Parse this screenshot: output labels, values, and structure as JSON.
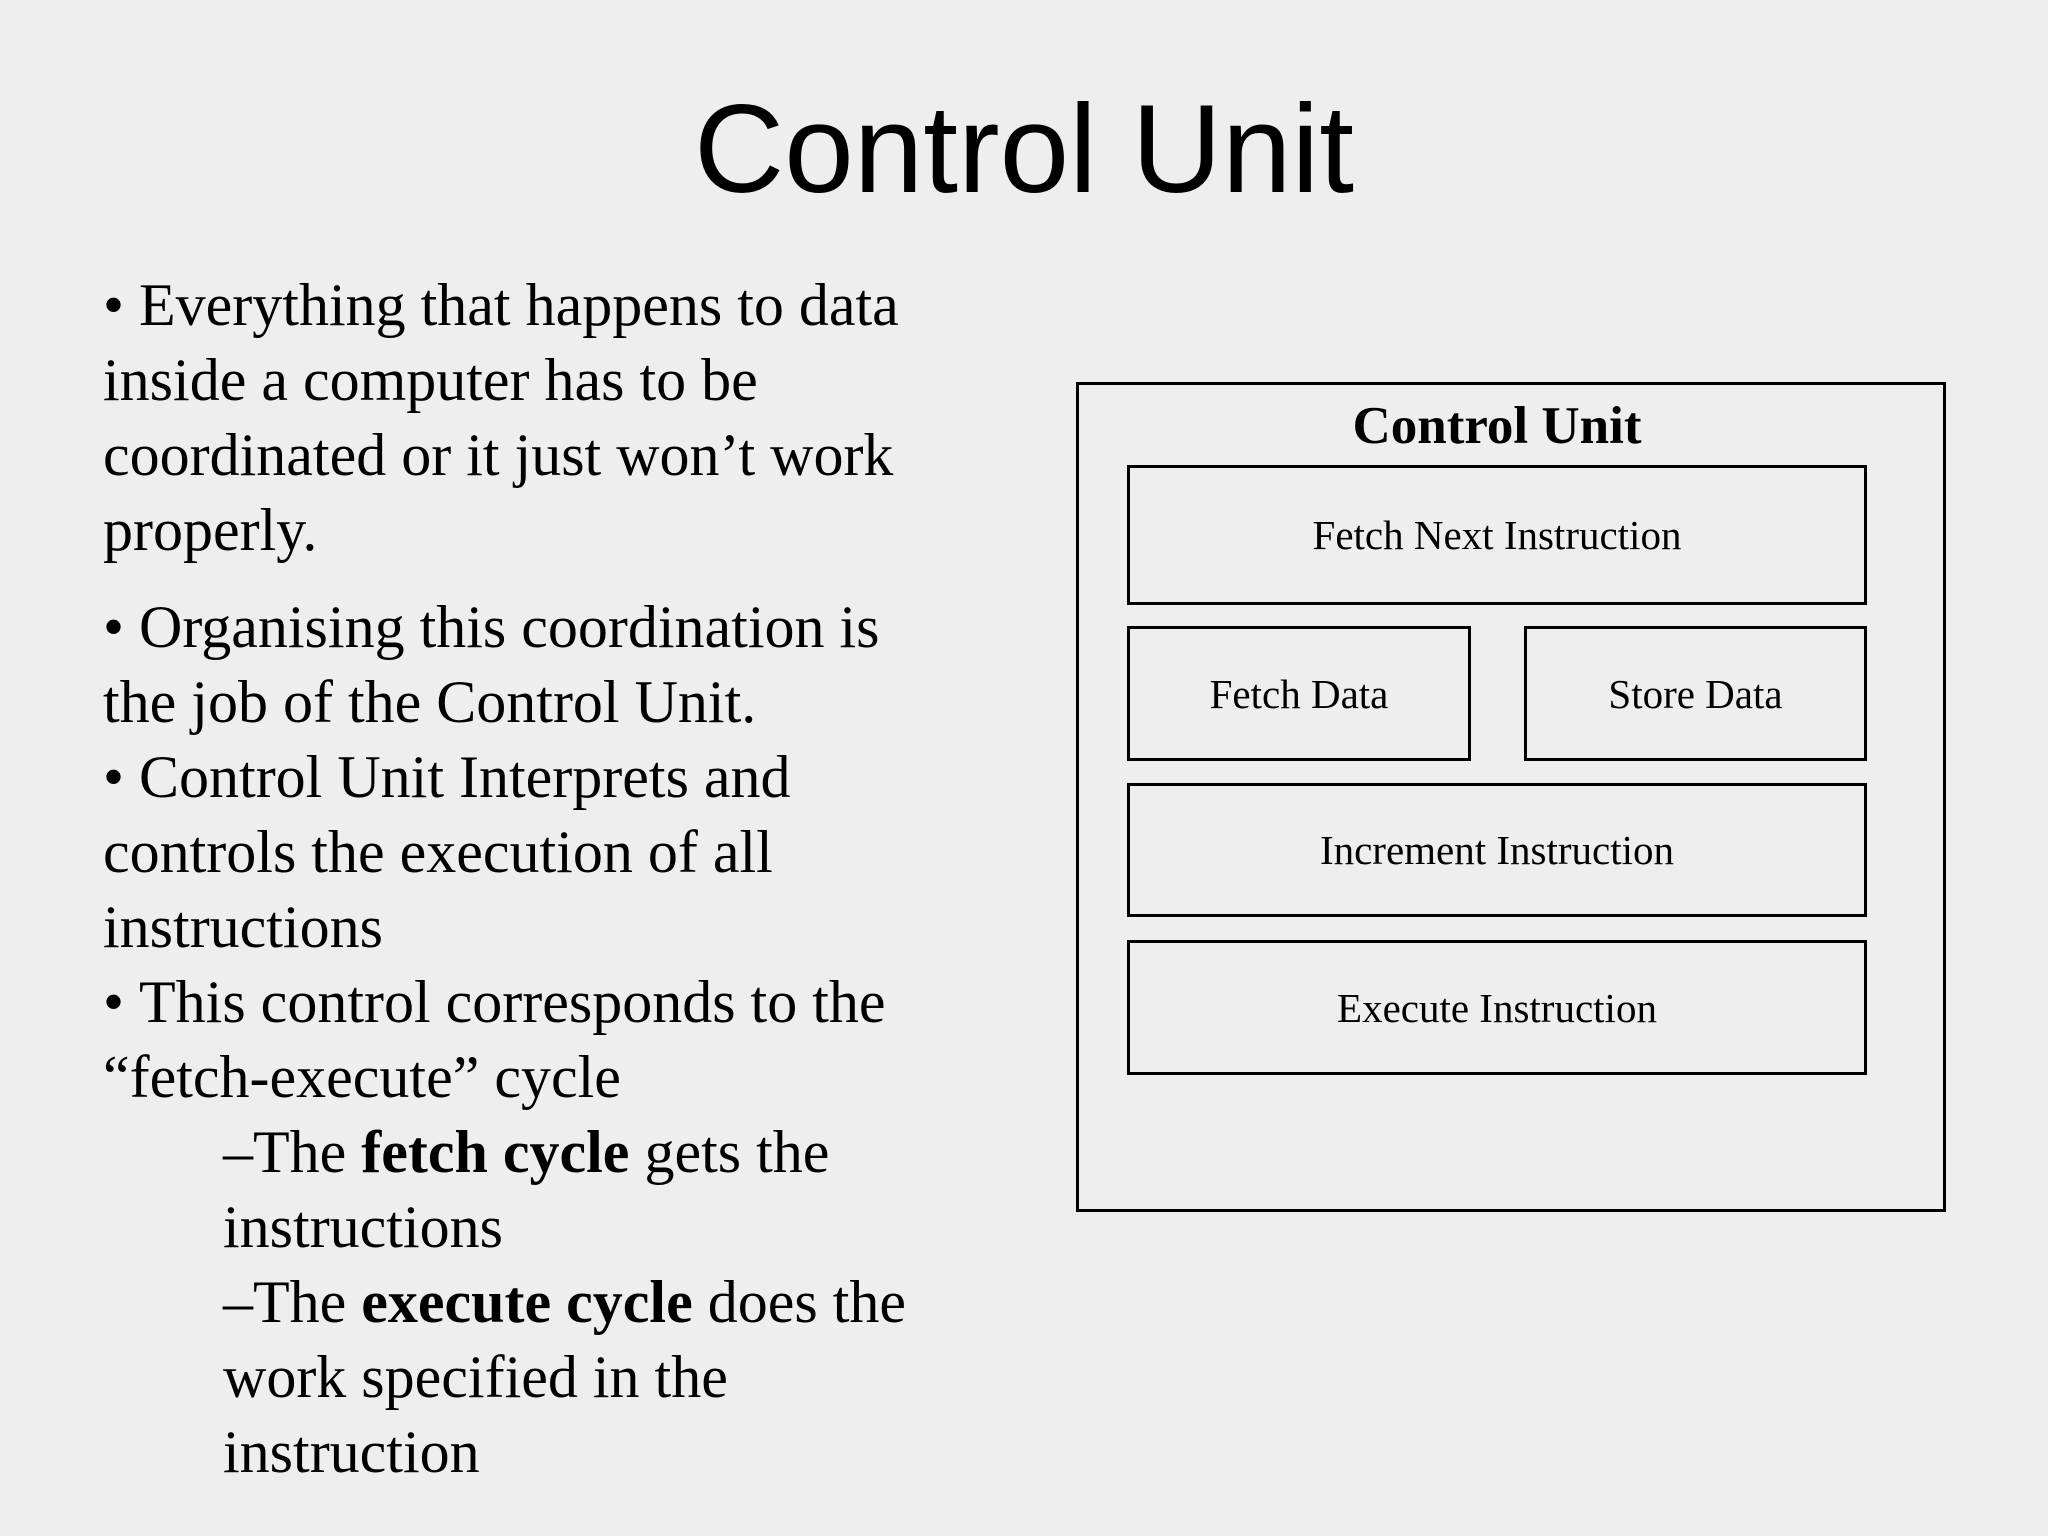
{
  "title": "Control Unit",
  "bullets": [
    {
      "marker": "•",
      "text": "Everything that happens to data inside a computer has to be coordinated or it just won’t work properly."
    },
    {
      "marker": "•",
      "text": "Organising this coordination is the job of the Control Unit."
    },
    {
      "marker": "•",
      "text": "Control Unit Interprets and controls the execution of all instructions"
    },
    {
      "marker": "•",
      "text": "This control corresponds to the “fetch-execute” cycle"
    }
  ],
  "sub_bullets": [
    {
      "marker": "–",
      "pre": "The ",
      "bold": "fetch cycle",
      "post": " gets the instructions"
    },
    {
      "marker": "–",
      "pre": "The ",
      "bold": "execute cycle",
      "post": " does the work specified in the instruction"
    }
  ],
  "diagram": {
    "title": "Control Unit",
    "boxes": [
      {
        "label": "Fetch Next Instruction"
      },
      {
        "label": "Fetch Data"
      },
      {
        "label": "Store Data"
      },
      {
        "label": "Increment Instruction"
      },
      {
        "label": "Execute Instruction"
      }
    ]
  },
  "colors": {
    "background": "#eeeeee",
    "text": "#000000",
    "border": "#000000"
  }
}
